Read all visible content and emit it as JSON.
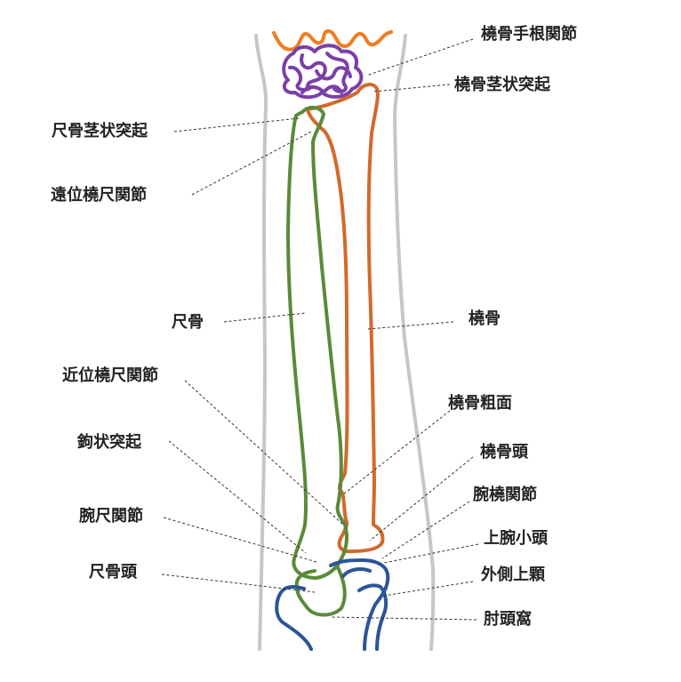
{
  "colors": {
    "skin": "#c6c6c6",
    "radius": "#d2692a",
    "ulna": "#5a8a3a",
    "carpal_purple": "#7b3fa8",
    "carpal_orange": "#ef7d22",
    "humerus": "#2c5597",
    "label": "#222222",
    "leader": "#333333"
  },
  "labels": {
    "radiocarpal_joint": "橈骨手根関節",
    "radial_styloid": "橈骨茎状突起",
    "ulnar_styloid": "尺骨茎状突起",
    "distal_radioulnar_joint": "遠位橈尺関節",
    "ulna": "尺骨",
    "radius": "橈骨",
    "proximal_radioulnar_joint": "近位橈尺関節",
    "radial_tuberosity": "橈骨粗面",
    "coronoid_process": "鉤状突起",
    "radial_head": "橈骨頭",
    "humeroulnar_joint": "腕尺関節",
    "humeroradial_joint": "腕橈関節",
    "capitulum": "上腕小頭",
    "ulnar_head": "尺骨頭",
    "lateral_epicondyle": "外側上顆",
    "cubital_fossa": "肘頭窩"
  }
}
